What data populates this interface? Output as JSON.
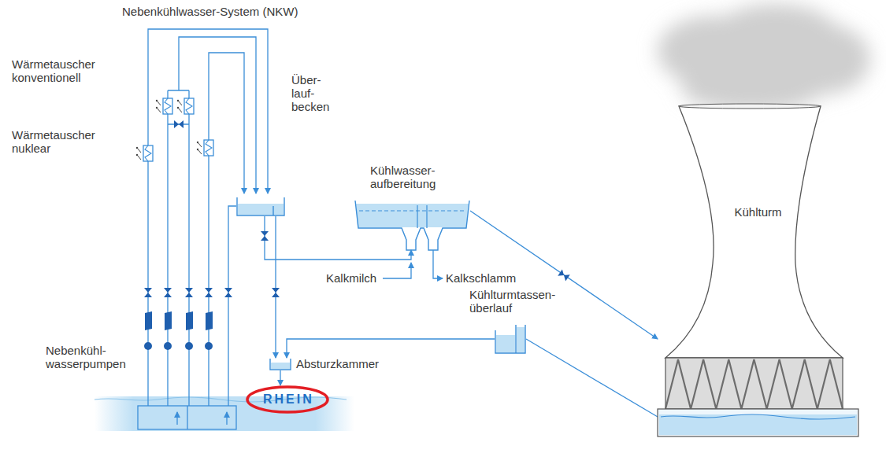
{
  "diagram": {
    "title": "Nebenkühlwasser-System (NKW)",
    "nodes": [
      {
        "text": [
          "Über- lauf- becken"
        ]
      },
      {
        "text": [
          "Kühlwasser- aufbereitung"
        ]
      },
      {
        "text": [
          "Kühlturm"
        ]
      },
      {
        "text": [
          "Kühlturmtassen- überlauf"
        ]
      },
      {
        "text": [
          "Absturzkammer"
        ]
      },
      {
        "text": [
          "RHEIN"
        ]
      }
    ],
    "edges": [
      {
        "from": 0,
        "to": 1,
        "arrow": "to"
      },
      {
        "from": 0,
        "to": 4,
        "arrow": "to"
      },
      {
        "from": 1,
        "to": 2,
        "arrow": "to"
      },
      {
        "from": 3,
        "to": 4,
        "arrow": "to"
      },
      {
        "from": 2,
        "to": 3,
        "arrow": "none"
      },
      {
        "from": 4,
        "to": 5,
        "arrow": "to"
      }
    ],
    "labels": [
      "Wärmetauscher konventionell",
      "Wärmetauscher nuklear",
      "Nebenkühl- wasserpumpen",
      "Kalkmilch",
      "Kalkschlamm"
    ]
  }
}
